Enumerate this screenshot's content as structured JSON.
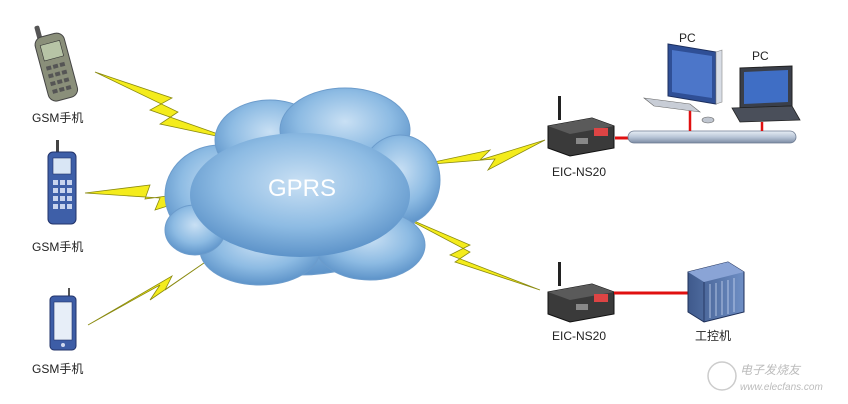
{
  "cloud": {
    "label": "GPRS"
  },
  "phones": [
    {
      "label": "GSM手机"
    },
    {
      "label": "GSM手机"
    },
    {
      "label": "GSM手机"
    }
  ],
  "routers": [
    {
      "label": "EIC-NS20"
    },
    {
      "label": "EIC-NS20"
    }
  ],
  "pcs": [
    {
      "label": "PC"
    },
    {
      "label": "PC"
    }
  ],
  "plc": {
    "label": "工控机"
  },
  "watermark": {
    "text": "电子发烧友",
    "url": "www.elecfans.com"
  },
  "colors": {
    "cloud": "#7fb0dc",
    "bolt": "#f4ec1c",
    "link": "#e01010",
    "bus": "#b9c6d8"
  }
}
